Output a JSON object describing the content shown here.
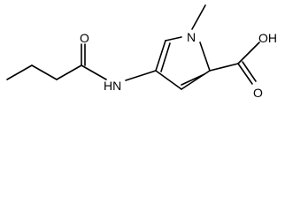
{
  "molecule": {
    "atoms": {
      "n_ring": "N",
      "o_amide": "O",
      "nh_amide": "HN",
      "o_carbonyl_acid": "O",
      "oh_acid": "OH"
    },
    "colors": {
      "bond": "#000000",
      "text": "#000000",
      "background": "#ffffff"
    }
  }
}
